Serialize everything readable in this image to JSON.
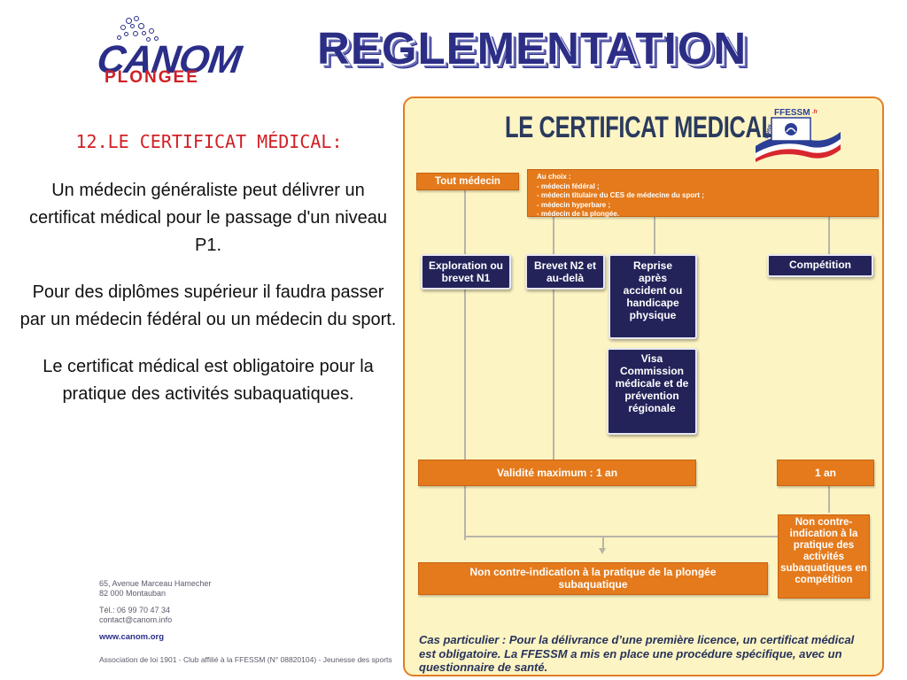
{
  "logo": {
    "name": "CANOM",
    "sub": "PLONGEE"
  },
  "title": "REGLEMENTATION",
  "section_heading": "12.LE CERTIFICAT MÉDICAL:",
  "paragraphs": [
    "Un médecin généraliste peut délivrer un certificat médical pour le passage d'un niveau P1.",
    "Pour des diplômes supérieur il faudra passer par un médecin fédéral ou un médecin du sport.",
    "Le certificat médical est obligatoire pour la pratique des activités subaquatiques."
  ],
  "footer": {
    "address1": "65, Avenue Marceau Hamecher",
    "address2": "82 000 Montauban",
    "tel": "Tél.: 06 99 70 47 34",
    "email": "contact@canom.info",
    "web": "www.canom.org",
    "legal": "Association de loi 1901 - Club affilié à la FFESSM (N° 08820104) - Jeunesse des sports"
  },
  "poster": {
    "title": "LE CERTIFICAT MEDICAL",
    "ffessm_logo": "FFESSM",
    "ffessm_www": "www.",
    "ffessm_fr": ".fr",
    "tout_medecin": "Tout médecin",
    "au_choix": "Au choix :",
    "choices": [
      "- médecin fédéral ;",
      "- médecin titulaire du CES de médecine du sport ;",
      "- médecin hyperbare ;",
      "- médecin de la plongée."
    ],
    "exploration": "Exploration ou brevet N1",
    "brevet_n2": "Brevet N2 et au-delà",
    "reprise": "Reprise après accident ou handicape physique",
    "competition": "Compétition",
    "visa": "Visa Commission médicale et de prévention régionale",
    "validite": "Validité maximum : 1 an",
    "un_an": "1 an",
    "non_contre_comp": "Non contre-indication à la pratique des activités subaquatiques en compétition",
    "non_contre": "Non contre-indication à la pratique de la plongée subaquatique",
    "cas_particulier": "Cas particulier : Pour la délivrance d’une première licence, un certificat médical est obligatoire. La FFESSM a mis en place une procédure spécifique, avec un questionnaire de santé."
  },
  "colors": {
    "brand_blue": "#2b2e88",
    "brand_red": "#d11f26",
    "flow_orange": "#e47a1c",
    "flow_navy": "#23235a",
    "poster_bg": "#fdf4c3"
  }
}
